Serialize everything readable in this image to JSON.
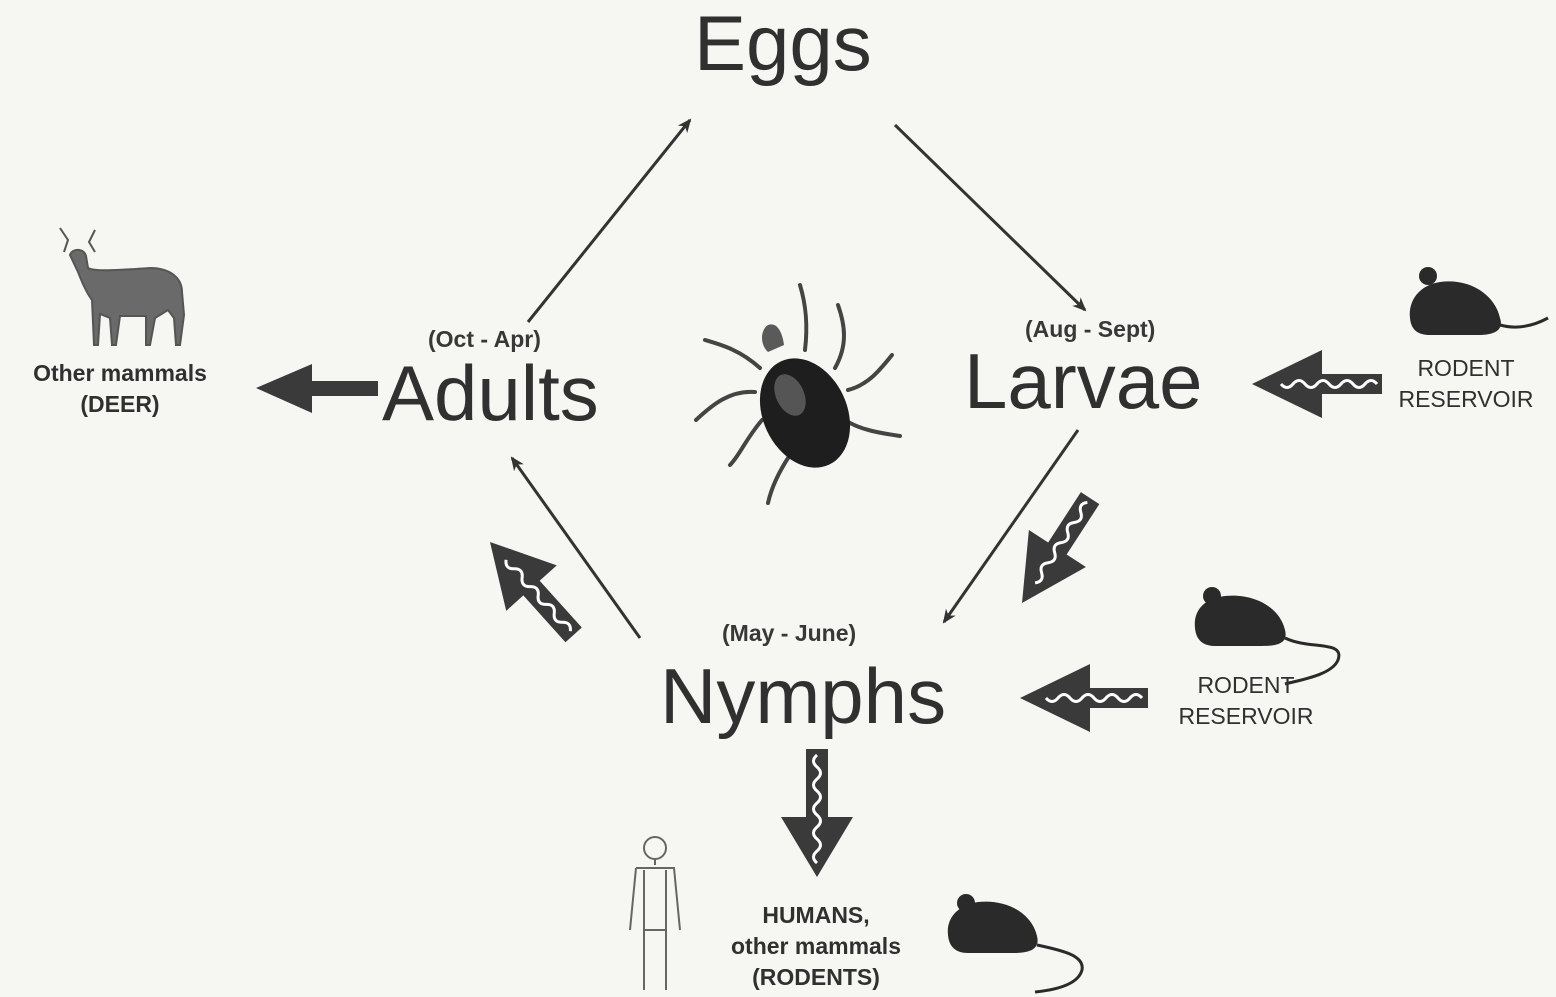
{
  "stages": {
    "eggs": "Eggs",
    "larvae": "Larvae",
    "nymphs": "Nymphs",
    "adults": "Adults"
  },
  "seasons": {
    "larvae": "(Aug - Sept)",
    "nymphs": "(May - June)",
    "adults": "(Oct - Apr)"
  },
  "hosts": {
    "deer": {
      "line1": "Other mammals",
      "line2": "(DEER)"
    },
    "rodent_larvae": {
      "line1": "RODENT",
      "line2": "RESERVOIR"
    },
    "rodent_nymphs": {
      "line1": "RODENT",
      "line2": "RESERVOIR"
    },
    "humans": {
      "line1": "HUMANS,",
      "line2": "other mammals",
      "line3": "(RODENTS)"
    }
  },
  "icons": {
    "center": "tick-icon",
    "deer": "deer-icon",
    "rodent": "mouse-icon",
    "human": "human-figure-icon",
    "spirochete": "spirochete-arrow-icon"
  },
  "colors": {
    "background": "#f6f6f3",
    "ink": "#2b2b2b",
    "tick_body": "#1e1e1e"
  }
}
